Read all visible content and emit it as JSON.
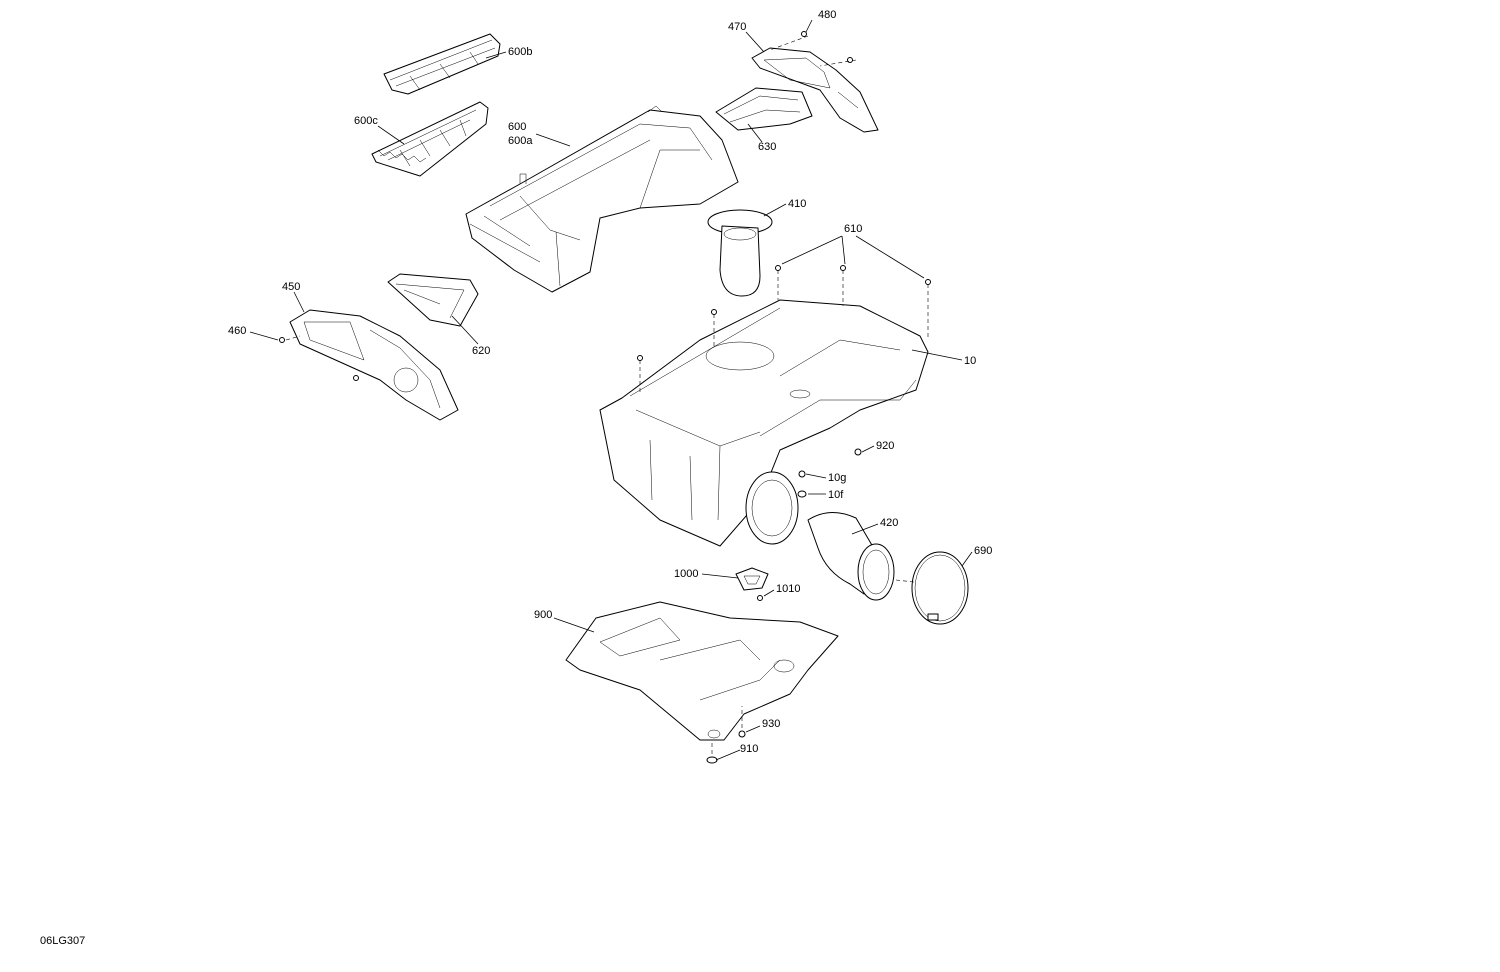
{
  "drawing_id": "06LG307",
  "callouts": {
    "c480": "480",
    "c470": "470",
    "c600b": "600b",
    "c600c": "600c",
    "c600": "600",
    "c600a": "600a",
    "c630": "630",
    "c410": "410",
    "c610": "610",
    "c450": "450",
    "c460": "460",
    "c620": "620",
    "c10": "10",
    "c920": "920",
    "c10g": "10g",
    "c10f": "10f",
    "c420": "420",
    "c690": "690",
    "c1000": "1000",
    "c1010": "1010",
    "c900": "900",
    "c930": "930",
    "c910": "910"
  }
}
